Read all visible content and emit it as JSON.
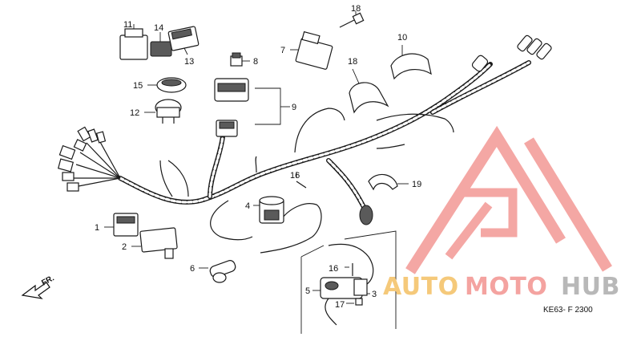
{
  "diagram": {
    "figure_code": "KE63- F 2300",
    "direction_label": "FR.",
    "callouts": [
      "1",
      "2",
      "3",
      "4",
      "5",
      "6",
      "7",
      "8",
      "9",
      "10",
      "11",
      "12",
      "13",
      "14",
      "15",
      "16",
      "16",
      "17",
      "18",
      "18",
      "19"
    ]
  },
  "watermark": {
    "brand_part1": "AUTO",
    "brand_part2": "MOTO",
    "brand_part3": "HUB",
    "colors": {
      "triangle": "#f4a3a0",
      "auto": "#f5c97a",
      "moto": "#f4a3a0",
      "hub": "#b8b8b8"
    }
  }
}
